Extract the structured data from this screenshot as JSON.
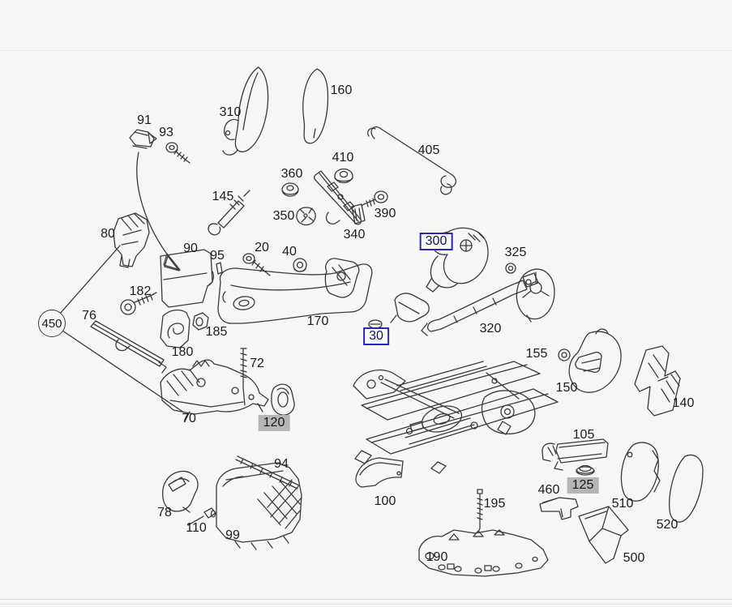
{
  "diagram": {
    "type": "exploded-parts-diagram",
    "subject": "seat frame and adjuster parts schematic",
    "background_color": "#f6f6f6",
    "line_color": "#3a3a3a",
    "highlight_blue_color": "#2929a3",
    "highlight_gray_color": "#b5b5b5",
    "highlighted_parts_boxed_blue": [
      "300",
      "30"
    ],
    "highlighted_parts_gray": [
      "120",
      "125"
    ],
    "circled_parts": [
      "450"
    ],
    "labels": [
      {
        "text": "91",
        "kind": "plain"
      },
      {
        "text": "93",
        "kind": "plain"
      },
      {
        "text": "310",
        "kind": "plain"
      },
      {
        "text": "160",
        "kind": "plain"
      },
      {
        "text": "405",
        "kind": "plain"
      },
      {
        "text": "410",
        "kind": "plain"
      },
      {
        "text": "360",
        "kind": "plain"
      },
      {
        "text": "145",
        "kind": "plain"
      },
      {
        "text": "350",
        "kind": "plain"
      },
      {
        "text": "390",
        "kind": "plain"
      },
      {
        "text": "340",
        "kind": "plain"
      },
      {
        "text": "300",
        "kind": "blue-box"
      },
      {
        "text": "325",
        "kind": "plain"
      },
      {
        "text": "80",
        "kind": "plain"
      },
      {
        "text": "90",
        "kind": "plain"
      },
      {
        "text": "95",
        "kind": "plain"
      },
      {
        "text": "20",
        "kind": "plain"
      },
      {
        "text": "40",
        "kind": "plain"
      },
      {
        "text": "182",
        "kind": "plain"
      },
      {
        "text": "450",
        "kind": "circle"
      },
      {
        "text": "76",
        "kind": "plain"
      },
      {
        "text": "185",
        "kind": "plain"
      },
      {
        "text": "180",
        "kind": "plain"
      },
      {
        "text": "170",
        "kind": "plain"
      },
      {
        "text": "30",
        "kind": "blue-box"
      },
      {
        "text": "320",
        "kind": "plain"
      },
      {
        "text": "155",
        "kind": "plain"
      },
      {
        "text": "150",
        "kind": "plain"
      },
      {
        "text": "140",
        "kind": "plain"
      },
      {
        "text": "70",
        "kind": "plain"
      },
      {
        "text": "72",
        "kind": "plain"
      },
      {
        "text": "120",
        "kind": "gray"
      },
      {
        "text": "94",
        "kind": "plain"
      },
      {
        "text": "105",
        "kind": "plain"
      },
      {
        "text": "125",
        "kind": "gray"
      },
      {
        "text": "460",
        "kind": "plain"
      },
      {
        "text": "510",
        "kind": "plain"
      },
      {
        "text": "520",
        "kind": "plain"
      },
      {
        "text": "500",
        "kind": "plain"
      },
      {
        "text": "78",
        "kind": "plain"
      },
      {
        "text": "110",
        "kind": "plain"
      },
      {
        "text": "99",
        "kind": "plain"
      },
      {
        "text": "100",
        "kind": "plain"
      },
      {
        "text": "190",
        "kind": "plain"
      },
      {
        "text": "195",
        "kind": "plain"
      }
    ]
  }
}
